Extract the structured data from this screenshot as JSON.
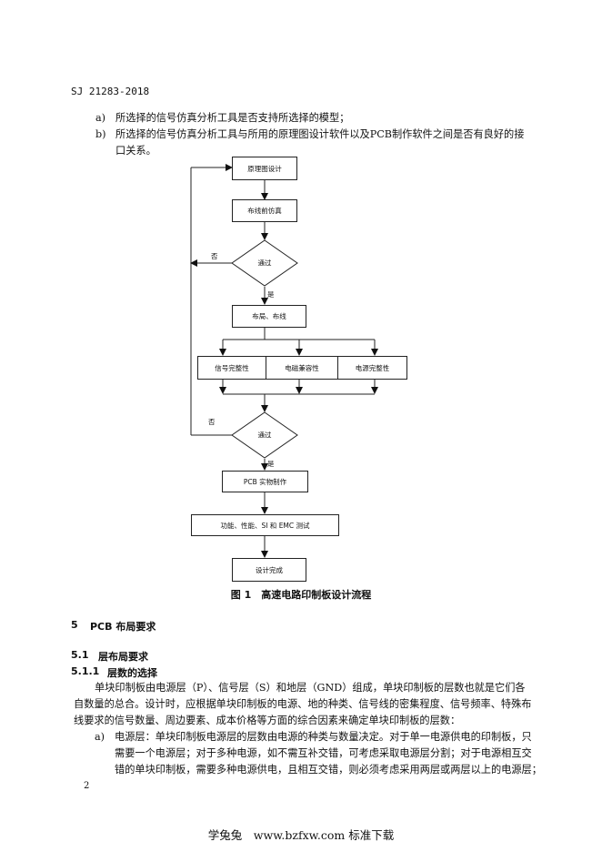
{
  "header": {
    "doc_code": "SJ 21283-2018"
  },
  "intro_list": [
    {
      "marker": "a)",
      "lines": [
        "所选择的信号仿真分析工具是否支持所选择的模型；"
      ]
    },
    {
      "marker": "b)",
      "lines": [
        "所选择的信号仿真分析工具与所用的原理图设计软件以及PCB制作软件之间是否有良好的接",
        "口关系。"
      ]
    }
  ],
  "flowchart": {
    "schematic": "原理图设计",
    "pre_sim": "布线前仿真",
    "pass1": "通过",
    "no": "否",
    "yes": "是",
    "layout": "布局、布线",
    "si": "信号完整性",
    "emc": "电磁兼容性",
    "pi": "电源完整性",
    "pass2": "通过",
    "pcb_make": "PCB 实物制作",
    "test": "功能、性能、SI 和 EMC 测试",
    "done": "设计完成"
  },
  "figure_caption": "图 1　高速电路印制板设计流程",
  "section5": {
    "num": "5",
    "title": "PCB 布局要求"
  },
  "section51": {
    "num": "5.1",
    "title": "层布局要求"
  },
  "section511": {
    "num": "5.1.1",
    "title": "层数的选择"
  },
  "para": [
    "单块印制板由电源层（P）、信号层（S）和地层（GND）组成，单块印制板的层数也就是它们各",
    "自数量的总合。设计时，应根据单块印制板的电源、地的种类、信号线的密集程度、信号频率、特殊布",
    "线要求的信号数量、周边要素、成本价格等方面的综合因素来确定单块印制板的层数："
  ],
  "item_a": {
    "marker": "a)",
    "lines": [
      "电源层：单块印制板电源层的层数由电源的种类与数量决定。对于单一电源供电的印制板，只",
      "需要一个电源层；对于多种电源，如不需互补交错，可考虑采取电源层分割；对于电源相互交",
      "错的单块印制板，需要多种电源供电，且相互交错，则必须考虑采用两层或两层以上的电源层；"
    ]
  },
  "page_number": "2",
  "footer": "学兔兔　www.bzfxw.com 标准下载"
}
